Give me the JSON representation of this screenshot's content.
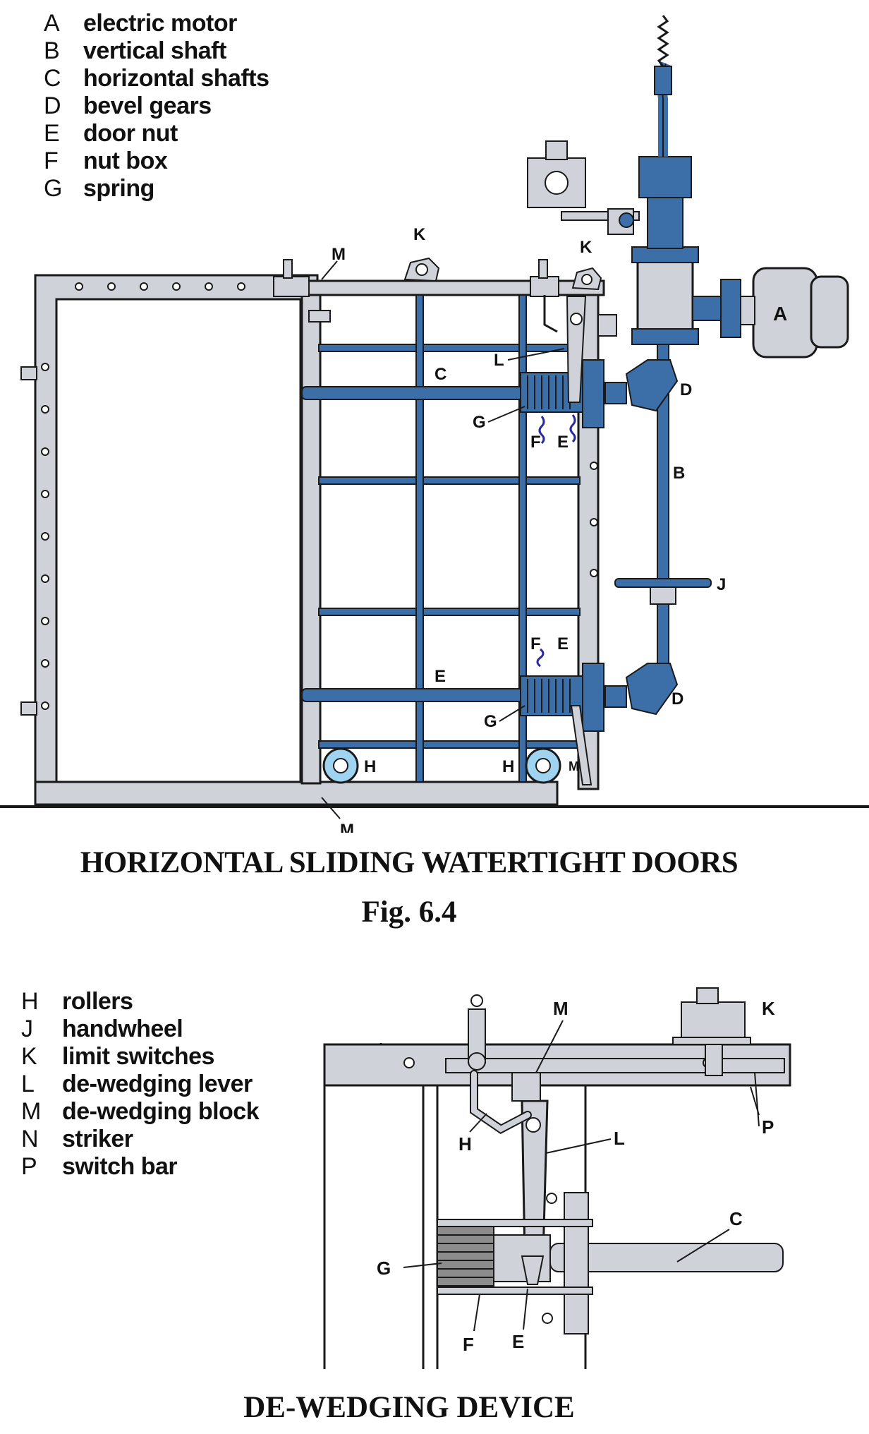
{
  "legend_top": [
    {
      "key": "A",
      "text": "electric motor"
    },
    {
      "key": "B",
      "text": "vertical shaft"
    },
    {
      "key": "C",
      "text": "horizontal shafts"
    },
    {
      "key": "D",
      "text": "bevel gears"
    },
    {
      "key": "E",
      "text": "door nut"
    },
    {
      "key": "F",
      "text": "nut box"
    },
    {
      "key": "G",
      "text": "spring"
    }
  ],
  "legend_bottom": [
    {
      "key": "H",
      "text": "rollers"
    },
    {
      "key": "J",
      "text": "handwheel"
    },
    {
      "key": "K",
      "text": "limit switches"
    },
    {
      "key": "L",
      "text": "de-wedging lever"
    },
    {
      "key": "M",
      "text": "de-wedging block"
    },
    {
      "key": "N",
      "text": "striker"
    },
    {
      "key": "P",
      "text": "switch bar"
    }
  ],
  "figure_labels": {
    "a": "A",
    "b": "B",
    "c": "C",
    "d": "D",
    "e": "E",
    "f": "F",
    "g": "G",
    "h": "H",
    "j": "J",
    "k": "K",
    "l": "L",
    "m": "M",
    "p": "P"
  },
  "captions": {
    "main": "HORIZONTAL SLIDING WATERTIGHT DOORS",
    "fig": "Fig. 6.4",
    "detail": "DE-WEDGING DEVICE"
  },
  "colors": {
    "blue": "#3c6ea8",
    "grey": "#cfd3d9",
    "line": "#1a1a1a",
    "roller": "#9fd3f0"
  }
}
